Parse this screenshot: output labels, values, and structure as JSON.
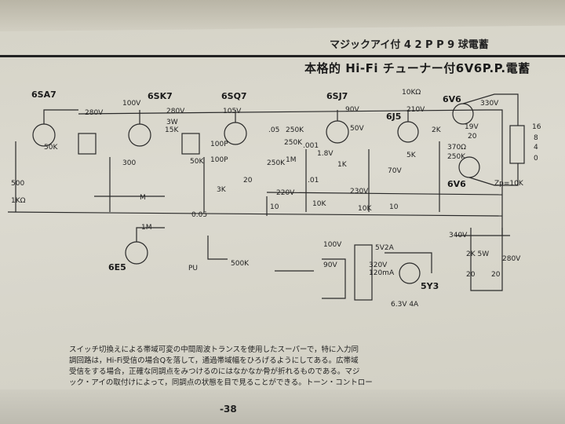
{
  "header": {
    "top_fragment": "マジックアイ付 4 2 P P 9 球電蓄",
    "title": "本格的 Hi-Fi チューナー付6V6P.P.電蓄"
  },
  "tubes": {
    "t1": "6SA7",
    "t2": "6SK7",
    "t3": "6SQ7",
    "t4": "6SJ7",
    "t5": "6J5",
    "t6a": "6V6",
    "t6b": "6V6",
    "t7": "6E5",
    "t8": "5Y3"
  },
  "labels": {
    "v280a": "280V",
    "v100": "100V",
    "v280b": "280V",
    "v105": "105V",
    "v90a": "90V",
    "v210": "210V",
    "v330a": "330V",
    "v3w": "3W",
    "r15k": "15K",
    "r10kq": "10KΩ",
    "c05": ".05",
    "r250ka": "250K",
    "r250kb": "250K",
    "r1m": "1M",
    "r250kc": "250K",
    "v50": "50V",
    "c100p1": "100P",
    "c100p2": "100P",
    "r50k1": "50K",
    "r50k2": "50K",
    "r300": "300",
    "r500": "500",
    "r1kq": "1KΩ",
    "rm": "M",
    "v18": "1.8V",
    "r1k": "1K",
    "r3k": "3K",
    "r20a": "20",
    "v220": "220V",
    "v230": "230V",
    "r10ka": "10K",
    "r10kb": "10K",
    "c10a": "10",
    "c10b": "10",
    "c005": "0.05",
    "r1m2": "1M",
    "r500k": "500K",
    "v340": "340V",
    "v5v2a": "5V2A",
    "v100b": "100V",
    "v90b": "90V",
    "v320": "320V",
    "ma120": "120mA",
    "v63": "6.3V 4A",
    "pu": "PU",
    "r2k5w": "2K 5W",
    "v280c": "280V",
    "c20a": "20",
    "c20b": "20",
    "t16": "16",
    "t8": "8",
    "t4": "4",
    "t0": "0",
    "zp": "Zp=10K",
    "v70": "70V",
    "v19": "19V",
    "r370": "370Ω",
    "r250kd": "250K",
    "c20c": "20",
    "r2k": "2K",
    "c001": ".001",
    "r5k": "5K",
    "c01": ".01"
  },
  "caption": {
    "line1": "スイッチ切換えによる帯域可変の中間周波トランスを使用したスーパーで，特に入力同",
    "line2": "調回路は，Hi-Fi受信の場合Qを落して，通過帯域幅をひろげるようにしてある。広帯域",
    "line3": "受信をする場合，正確な同調点をみつけるのにはなかなか骨が折れるものである。マジ",
    "line4": "ック・アイの取付けによって，同調点の状態を目で見ることができる。トーン・コントロー"
  },
  "footer": {
    "page": "-38"
  }
}
